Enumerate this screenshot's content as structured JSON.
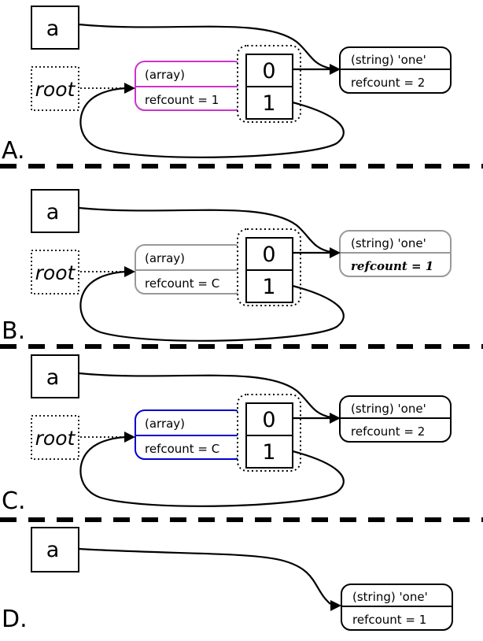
{
  "colors": {
    "array_highlight_a": "#cc33cc",
    "muted_b": "#999999",
    "array_highlight_c": "#0000cc",
    "line": "#000000"
  },
  "shared": {
    "variable_label": "a",
    "root_label": "root",
    "cell_0": "0",
    "cell_1": "1"
  },
  "panels": {
    "a": {
      "label": "A.",
      "array_type": "(array)",
      "array_refcount": "refcount = 1",
      "string_type": "(string) 'one'",
      "string_refcount": "refcount = 2"
    },
    "b": {
      "label": "B.",
      "array_type": "(array)",
      "array_refcount": "refcount = C",
      "string_type": "(string) 'one'",
      "string_refcount": "refcount = 1"
    },
    "c": {
      "label": "C.",
      "array_type": "(array)",
      "array_refcount": "refcount = C",
      "string_type": "(string) 'one'",
      "string_refcount": "refcount = 2"
    },
    "d": {
      "label": "D.",
      "string_type": "(string) 'one'",
      "string_refcount": "refcount = 1"
    }
  }
}
